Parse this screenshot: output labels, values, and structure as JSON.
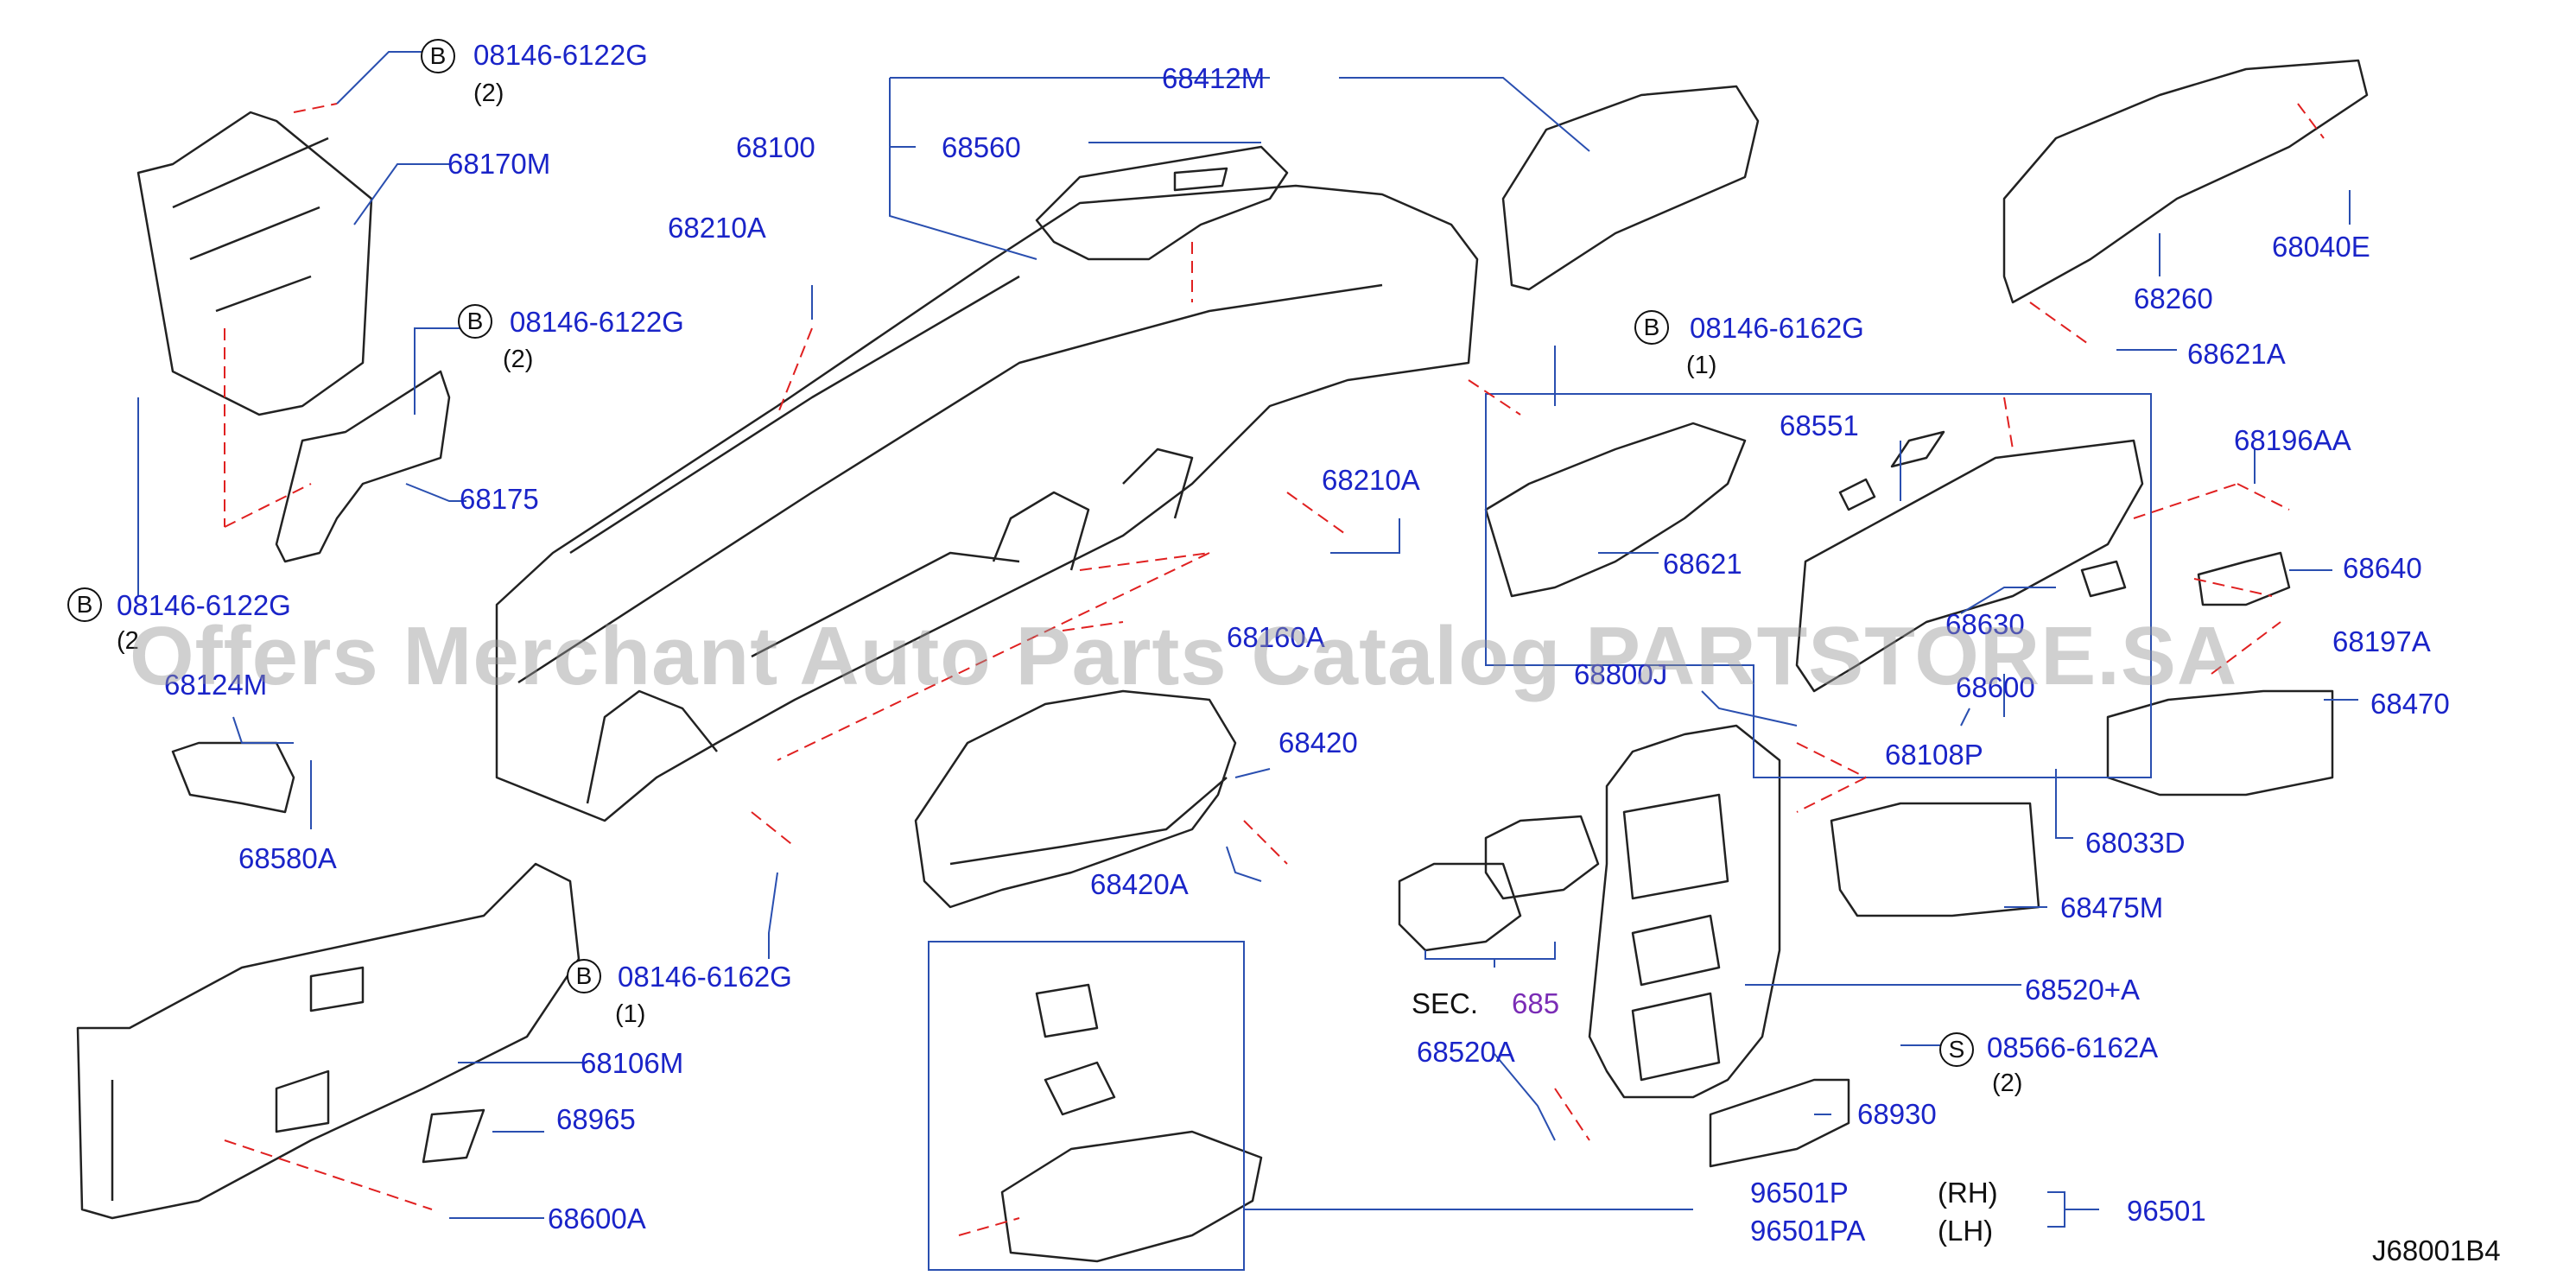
{
  "watermark": "Offers Merchant Auto Parts Catalog PARTSTORE.SA",
  "diagram_code": "J68001B4",
  "section_ref": {
    "prefix": "SEC.",
    "number": "685"
  },
  "variant_labels": {
    "rh": "(RH)",
    "lh": "(LH)"
  },
  "badge_letters": {
    "b": "B",
    "s": "S"
  },
  "parts": [
    {
      "id": "p08146-6122G-a",
      "code": "08146-6122G",
      "qty": "(2)"
    },
    {
      "id": "p68170M",
      "code": "68170M"
    },
    {
      "id": "p08146-6122G-b",
      "code": "08146-6122G",
      "qty": "(2)"
    },
    {
      "id": "p68175",
      "code": "68175"
    },
    {
      "id": "p08146-6122G-c",
      "code": "08146-6122G",
      "qty": "(2"
    },
    {
      "id": "p68124M",
      "code": "68124M"
    },
    {
      "id": "p68580A",
      "code": "68580A"
    },
    {
      "id": "p68412M",
      "code": "68412M"
    },
    {
      "id": "p68100",
      "code": "68100"
    },
    {
      "id": "p68560",
      "code": "68560"
    },
    {
      "id": "p68210A-a",
      "code": "68210A"
    },
    {
      "id": "p68210A-b",
      "code": "68210A"
    },
    {
      "id": "p68160A",
      "code": "68160A"
    },
    {
      "id": "p68420",
      "code": "68420"
    },
    {
      "id": "p68420A",
      "code": "68420A"
    },
    {
      "id": "p08146-6162G-a",
      "code": "08146-6162G",
      "qty": "(1)"
    },
    {
      "id": "p08146-6162G-b",
      "code": "08146-6162G",
      "qty": "(1)"
    },
    {
      "id": "p68106M",
      "code": "68106M"
    },
    {
      "id": "p68965",
      "code": "68965"
    },
    {
      "id": "p68600A",
      "code": "68600A"
    },
    {
      "id": "p68551",
      "code": "68551"
    },
    {
      "id": "p68621",
      "code": "68621"
    },
    {
      "id": "p68630",
      "code": "68630"
    },
    {
      "id": "p68600",
      "code": "68600"
    },
    {
      "id": "p68108P",
      "code": "68108P"
    },
    {
      "id": "p68800J",
      "code": "68800J"
    },
    {
      "id": "p68260",
      "code": "68260"
    },
    {
      "id": "p68040E",
      "code": "68040E"
    },
    {
      "id": "p68621A",
      "code": "68621A"
    },
    {
      "id": "p68196AA",
      "code": "68196AA"
    },
    {
      "id": "p68640",
      "code": "68640"
    },
    {
      "id": "p68197A",
      "code": "68197A"
    },
    {
      "id": "p68470",
      "code": "68470"
    },
    {
      "id": "p68033D",
      "code": "68033D"
    },
    {
      "id": "p68475M",
      "code": "68475M"
    },
    {
      "id": "p68520plusA",
      "code": "68520+A"
    },
    {
      "id": "p68520A",
      "code": "68520A"
    },
    {
      "id": "p08566-6162A",
      "code": "08566-6162A",
      "qty": "(2)"
    },
    {
      "id": "p68930",
      "code": "68930"
    },
    {
      "id": "p96501P",
      "code": "96501P"
    },
    {
      "id": "p96501PA",
      "code": "96501PA"
    },
    {
      "id": "p96501",
      "code": "96501"
    }
  ]
}
